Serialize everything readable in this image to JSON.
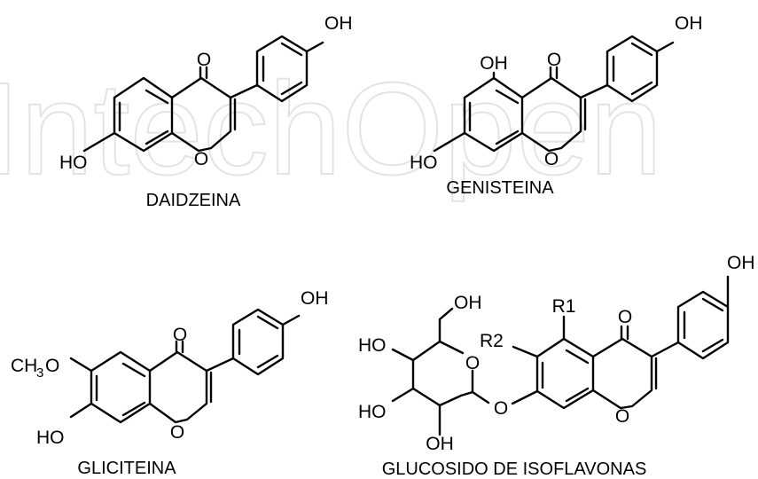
{
  "watermark": {
    "text": "IntechOpen"
  },
  "compounds": [
    {
      "id": "daidzeina",
      "caption": "DAIDZEINA",
      "labels": {
        "oh_top": "OH",
        "carbonyl_o": "O",
        "ring_o": "O",
        "ho_left": "HO"
      }
    },
    {
      "id": "genisteina",
      "caption": "GENISTEINA",
      "labels": {
        "oh_top": "OH",
        "oh_5": "OH",
        "carbonyl_o": "O",
        "ring_o": "O",
        "ho_left": "HO"
      }
    },
    {
      "id": "gliciteina",
      "caption": "GLICITEINA",
      "labels": {
        "oh_top": "OH",
        "carbonyl_o": "O",
        "ring_o": "O",
        "ho_left": "HO",
        "methoxy_ch": "CH",
        "methoxy_sub": "3",
        "methoxy_o": "O"
      }
    },
    {
      "id": "glucosido",
      "caption": "GLUCOSIDO DE ISOFLAVONAS",
      "labels": {
        "oh_top": "OH",
        "r1": "R1",
        "r2": "R2",
        "carbonyl_o": "O",
        "ring_o": "O",
        "link_o": "O",
        "sugar_oh_ch2": "OH",
        "sugar_ho_upper": "HO",
        "sugar_ring_o": "O",
        "sugar_ho_lower": "HO",
        "sugar_oh_bottom": "OH"
      }
    }
  ]
}
